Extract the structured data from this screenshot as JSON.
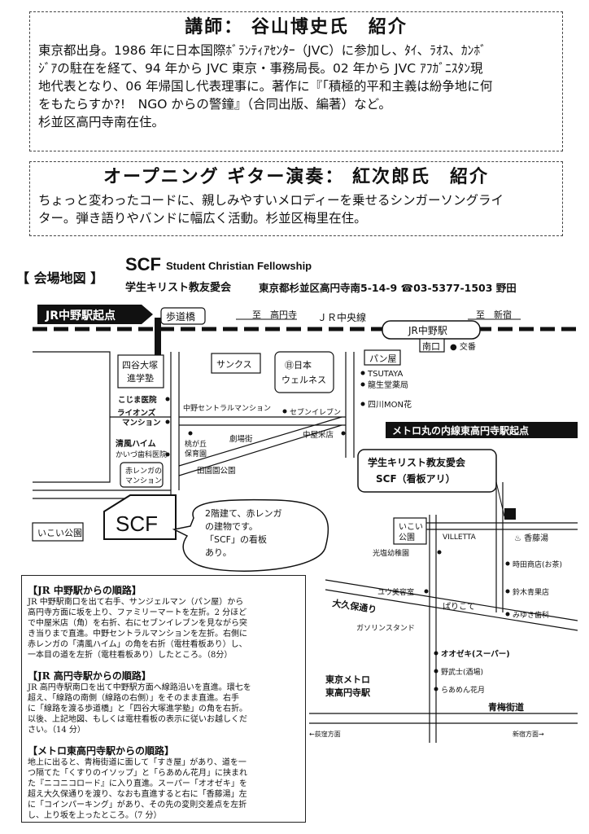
{
  "speaker": {
    "title": "講師： 谷山博史氏　紹介",
    "lines": [
      "東京都出身。1986 年に日本国際ﾎﾞﾗﾝﾃｨｱｾﾝﾀｰ（JVC）に参加し、ﾀｲ、ﾗｵｽ、ｶﾝﾎﾞ",
      "ｼﾞｱの駐在を経て、94 年から JVC 東京・事務局長。02 年から JVC ｱﾌｶﾞﾆｽﾀﾝ現",
      "地代表となり、06 年帰国し代表理事に。著作に『「積極的平和主義は紛争地に何",
      "をもたらすか?!　NGO からの警鐘』（合同出版、編著）など。",
      "杉並区高円寺南在住。"
    ]
  },
  "guitar": {
    "title": "オープニング ギター演奏： 紅次郎氏　紹介",
    "lines": [
      "ちょっと変わったコードに、親しみやすいメロディーを乗せるシンガーソングライ",
      "ター。弾き語りやバンドに幅広く活動。杉並区梅里在住。"
    ]
  },
  "header": {
    "map_label": "【 会場地図 】",
    "scf": "SCF",
    "scf_en": "Student Christian Fellowship",
    "scf_jp": "学生キリスト教友愛会",
    "address": "東京都杉並区高円寺南5-14-9 ☎03-5377-1503 野田"
  },
  "map": {
    "start_jr": "JR中野駅起点",
    "hodokyo": "歩道橋",
    "to_koenji": "至　高円寺",
    "jr_chuo": "ＪＲ中央線",
    "to_shinjuku": "至　新宿",
    "jr_nakano": "JR中野駅",
    "yotsuya": [
      "四谷大塚",
      "進学塾"
    ],
    "sunkus": "サンクス",
    "nihon_wellness": [
      "㊐日本",
      "ウェルネス"
    ],
    "panya": "パン屋",
    "minamiguchi": "南口",
    "koban": "● 交番",
    "tsutaya": "TSUTAYA",
    "ryuseido": "龍生堂薬局",
    "yotsukawa": "四川MON花",
    "kojima": "こじま医院",
    "lions": [
      "ライオンズ",
      "マンション"
    ],
    "nakano_central": "中野セントラルマンション",
    "seven": "セブンイレブン",
    "kiyoshi": "清風ハイム",
    "kaizu": "かいづ歯科医院",
    "sakura": [
      "桃が丘",
      "保育園"
    ],
    "gekijo": "劇場街",
    "denen": "田園園公園",
    "nakaya": "中屋米店",
    "akarenga": [
      "赤レンガの",
      "マンション"
    ],
    "scf_box": "SCF",
    "ikoi": "いこい公園",
    "bubble": [
      "2階建て、赤レンガ",
      "の建物です。",
      "「SCF」の看板",
      "あり。"
    ],
    "metro_start": "メトロ丸の内線東高円寺駅起点"
  },
  "map2": {
    "scf_title": [
      "学生キリスト教友愛会",
      "SCF（看板アリ）"
    ],
    "ikoi": [
      "いこい",
      "公園"
    ],
    "villetta": "VILLETTA",
    "kotoyu": "♨ 香藤湯",
    "kokoyochien": "光塩幼稚園",
    "tokita": "時田商店(お茶)",
    "suzuki": "鈴木青果店",
    "yuu": "ユウ美容室",
    "okubo": "大久保通り",
    "pariko": "ぱりこて",
    "miyuki": "みゆき歯科",
    "gasoline": "ガソリンスタンド",
    "okaze": "オオゼキ(スーパー)",
    "nobushi": "野武士(酒場)",
    "ramen": "らあめん花月",
    "tokyo_metro": [
      "東京メトロ",
      "東高円寺駅"
    ],
    "ome": "青梅街道",
    "to_ogikubo": "←荻窪方面",
    "to_shinjuku": "新宿方面→"
  },
  "directions": {
    "jr_nakano": {
      "title": "【JR 中野駅からの順路】",
      "lines": [
        "JR 中野駅南口を出て右手、サンジェルマン（パン屋）から",
        "高円寺方面に坂を上り、ファミリーマートを左折。2 分ほど",
        "で中屋米店（角）を右折、右にセブンイレブンを見ながら突",
        "き当りまで直進。中野セントラルマンションを左折。右側に",
        "赤レンガの「清風ハイム」の角を右折（電柱看板あり）し、",
        "一本目の道を左折（電柱看板あり）したところ。（8分）"
      ]
    },
    "jr_koenji": {
      "title": "【JR 高円寺駅からの順路】",
      "lines": [
        "JR 高円寺駅南口を出て中野駅方面へ線路沿いを直進。環七を",
        "超え、「線路の南側（線路の右側）」をそのまま直進。右手",
        "に「線路を渡る歩道橋」と「四谷大塚進学塾」の角を右折。",
        "以後、上記地図、もしくは電柱看板の表示に従いお越しくだ",
        "さい。（14 分）"
      ]
    },
    "metro": {
      "title": "【メトロ東高円寺駅からの順路】",
      "lines": [
        "地上に出ると、青梅街道に面して「すき屋」があり、道を一",
        "つ隔てた「くすりのイソップ」と「らあめん花月」に挟まれ",
        "た『ニコニコロード』に入り直進。スーパー「オオゼキ」を",
        "超え大久保通りを渡り、なおも直進すると右に「香藤湯」左",
        "に「コインパーキング」があり、その先の変則交差点を左折",
        "し、上り坂を上ったところ。（7 分）"
      ]
    }
  }
}
